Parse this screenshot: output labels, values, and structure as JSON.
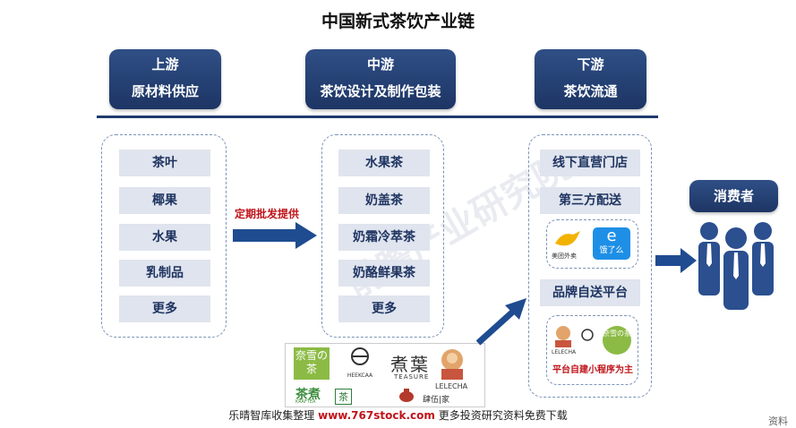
{
  "title": "中国新式茶饮产业链",
  "stages": {
    "upstream": {
      "line1": "上游",
      "line2": "原材料供应"
    },
    "midstream": {
      "line1": "中游",
      "line2": "茶饮设计及制作包装"
    },
    "downstream": {
      "line1": "下游",
      "line2": "茶饮流通"
    }
  },
  "upstream_items": [
    "茶叶",
    "椰果",
    "水果",
    "乳制品",
    "更多"
  ],
  "arrow_label": "定期批发提供",
  "midstream_items": [
    "水果茶",
    "奶盖茶",
    "奶霜冷萃茶",
    "奶酪鲜果茶",
    "更多"
  ],
  "downstream_items": {
    "offline": "线下直营门店",
    "third_party": "第三方配送",
    "meituan": "美团外卖",
    "eleme": "饿了么",
    "self_delivery": "品牌自送平台",
    "lelecha": "LELECHA",
    "nayuki": "奈雪の茶",
    "mini_program": "平台自建小程序为主"
  },
  "consumer": "消费者",
  "brands": {
    "nayuki": "奈雪の茶",
    "heekcaa": "HEEKCAA",
    "teasure_cn": "煮葉",
    "teasure_en": "TEASURE",
    "lelecha": "LELECHA",
    "chalu": "茶煮",
    "chalu_en": "KRAFTEA",
    "naixue2": "茶",
    "siji": "肆伍|家"
  },
  "footer": {
    "prefix": "乐晴智库收集整理",
    "url": "www.767stock.com",
    "suffix": "更多投资研究资料免费下载"
  },
  "watermark": "前瞻产业研究院",
  "corner_text": "资料",
  "colors": {
    "navy": "#1f3a6e",
    "item_bg": "#dfe4ee",
    "red": "#c0141a"
  }
}
